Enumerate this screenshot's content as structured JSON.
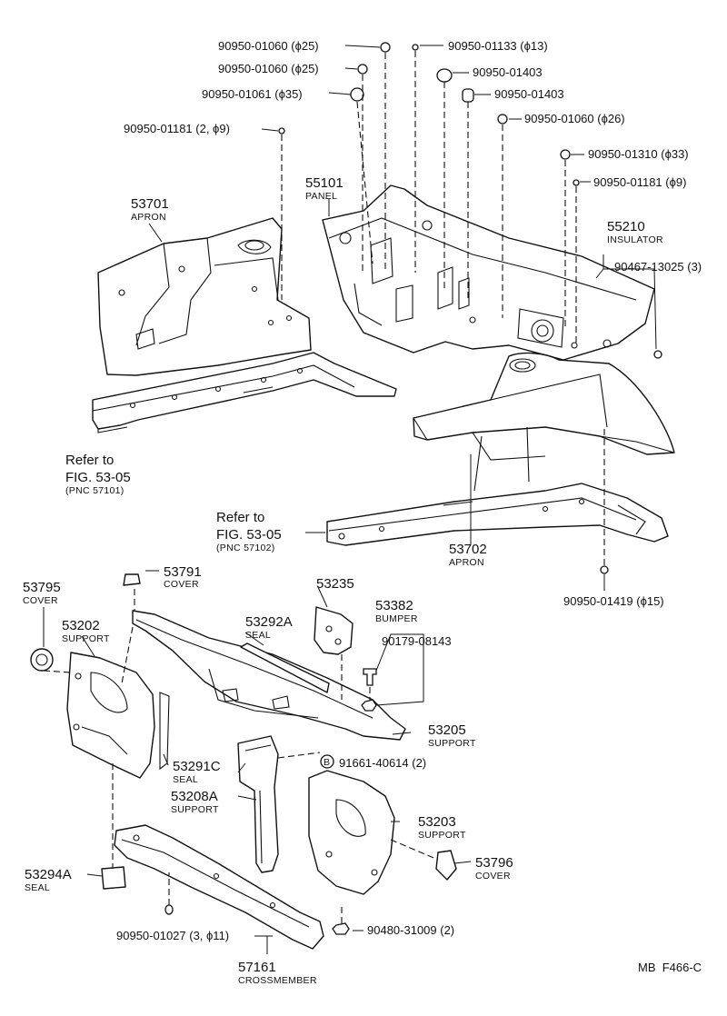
{
  "callouts": [
    {
      "id": "c1",
      "text": "90950-01060 (ϕ25)"
    },
    {
      "id": "c2",
      "text": "90950-01133 (ϕ13)"
    },
    {
      "id": "c3",
      "text": "90950-01060 (ϕ25)"
    },
    {
      "id": "c4",
      "text": "90950-01403"
    },
    {
      "id": "c5",
      "text": "90950-01061 (ϕ35)"
    },
    {
      "id": "c6",
      "text": "90950-01403"
    },
    {
      "id": "c7",
      "text": "90950-01060 (ϕ26)"
    },
    {
      "id": "c8",
      "text": "90950-01181 (2, ϕ9)"
    },
    {
      "id": "c9",
      "text": "90950-01310 (ϕ33)"
    },
    {
      "id": "c10",
      "text": "90950-01181 (ϕ9)"
    },
    {
      "id": "c11",
      "text": "90467-13025 (3)"
    },
    {
      "id": "c12",
      "text": "90950-01419 (ϕ15)"
    },
    {
      "id": "c13",
      "text": "90179-08143"
    },
    {
      "id": "c14",
      "text": "91661-40614 (2)"
    },
    {
      "id": "c15",
      "text": "90950-01027 (3, ϕ11)"
    },
    {
      "id": "c16",
      "text": "90480-31009 (2)"
    }
  ],
  "parts": [
    {
      "id": "p53701",
      "number": "53701",
      "name": "APRON"
    },
    {
      "id": "p55101",
      "number": "55101",
      "name": "PANEL"
    },
    {
      "id": "p55210",
      "number": "55210",
      "name": "INSULATOR"
    },
    {
      "id": "p53702",
      "number": "53702",
      "name": "APRON"
    },
    {
      "id": "p53795",
      "number": "53795",
      "name": "COVER"
    },
    {
      "id": "p53791",
      "number": "53791",
      "name": "COVER"
    },
    {
      "id": "p53235",
      "number": "53235",
      "name": ""
    },
    {
      "id": "p53382",
      "number": "53382",
      "name": "BUMPER"
    },
    {
      "id": "p53202",
      "number": "53202",
      "name": "SUPPORT"
    },
    {
      "id": "p53292A",
      "number": "53292A",
      "name": "SEAL"
    },
    {
      "id": "p53205",
      "number": "53205",
      "name": "SUPPORT"
    },
    {
      "id": "p53291C",
      "number": "53291C",
      "name": "SEAL"
    },
    {
      "id": "p53208A",
      "number": "53208A",
      "name": "SUPPORT"
    },
    {
      "id": "p53203",
      "number": "53203",
      "name": "SUPPORT"
    },
    {
      "id": "p53796",
      "number": "53796",
      "name": "COVER"
    },
    {
      "id": "p53294A",
      "number": "53294A",
      "name": "SEAL"
    },
    {
      "id": "p57161",
      "number": "57161",
      "name": "CROSSMEMBER"
    }
  ],
  "references": [
    {
      "id": "r1",
      "line1": "Refer to",
      "line2": "FIG. 53-05",
      "line3": "(PNC 57101)"
    },
    {
      "id": "r2",
      "line1": "Refer to",
      "line2": "FIG. 53-05",
      "line3": "(PNC 57102)"
    }
  ],
  "bolt_marker": "B",
  "footer": "MB  F466-C"
}
